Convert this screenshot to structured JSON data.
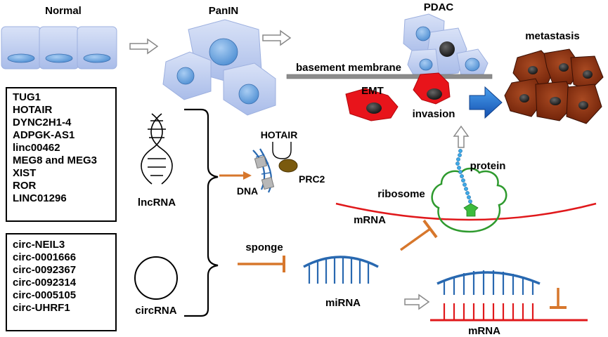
{
  "stages": {
    "normal": "Normal",
    "panin": "PanIN",
    "pdac": "PDAC",
    "metastasis": "metastasis"
  },
  "labels": {
    "basement_membrane": "basement membrane",
    "emt": "EMT",
    "invasion": "invasion",
    "hotair": "HOTAIR",
    "prc2": "PRC2",
    "dna": "DNA",
    "lncrna": "lncRNA",
    "circrna": "circRNA",
    "sponge": "sponge",
    "mirna": "miRNA",
    "mrna_top": "mRNA",
    "mrna_bottom": "mRNA",
    "ribosome": "ribosome",
    "protein": "protein"
  },
  "lncrna_list": [
    "TUG1",
    "HOTAIR",
    "DYNC2H1-4",
    "ADPGK-AS1",
    "linc00462",
    "MEG8 and MEG3",
    "XIST",
    "ROR",
    "LINC01296"
  ],
  "circrna_list": [
    "circ-NEIL3",
    "circ-0001666",
    "circ-0092367",
    "circ-0092314",
    "circ-0005105",
    "circ-UHRF1"
  ],
  "colors": {
    "cell_fill": "#b8c8ee",
    "nucleus": "#6fa3dc",
    "emt_cell": "#e8141b",
    "metastasis_cell": "#8b2a0c",
    "rna_blue": "#2868b0",
    "mrna_red": "#e0181b",
    "ribosome_green": "#2e9a2e",
    "inhibit_orange": "#d7772c",
    "arrow_blue": "#1f6fd0",
    "membrane_gray": "#8c8c8c"
  },
  "icons": [
    "open-arrow-icon",
    "inhibition-icon",
    "bracket-icon",
    "dna-icon",
    "circle-icon",
    "ribosome-icon"
  ]
}
